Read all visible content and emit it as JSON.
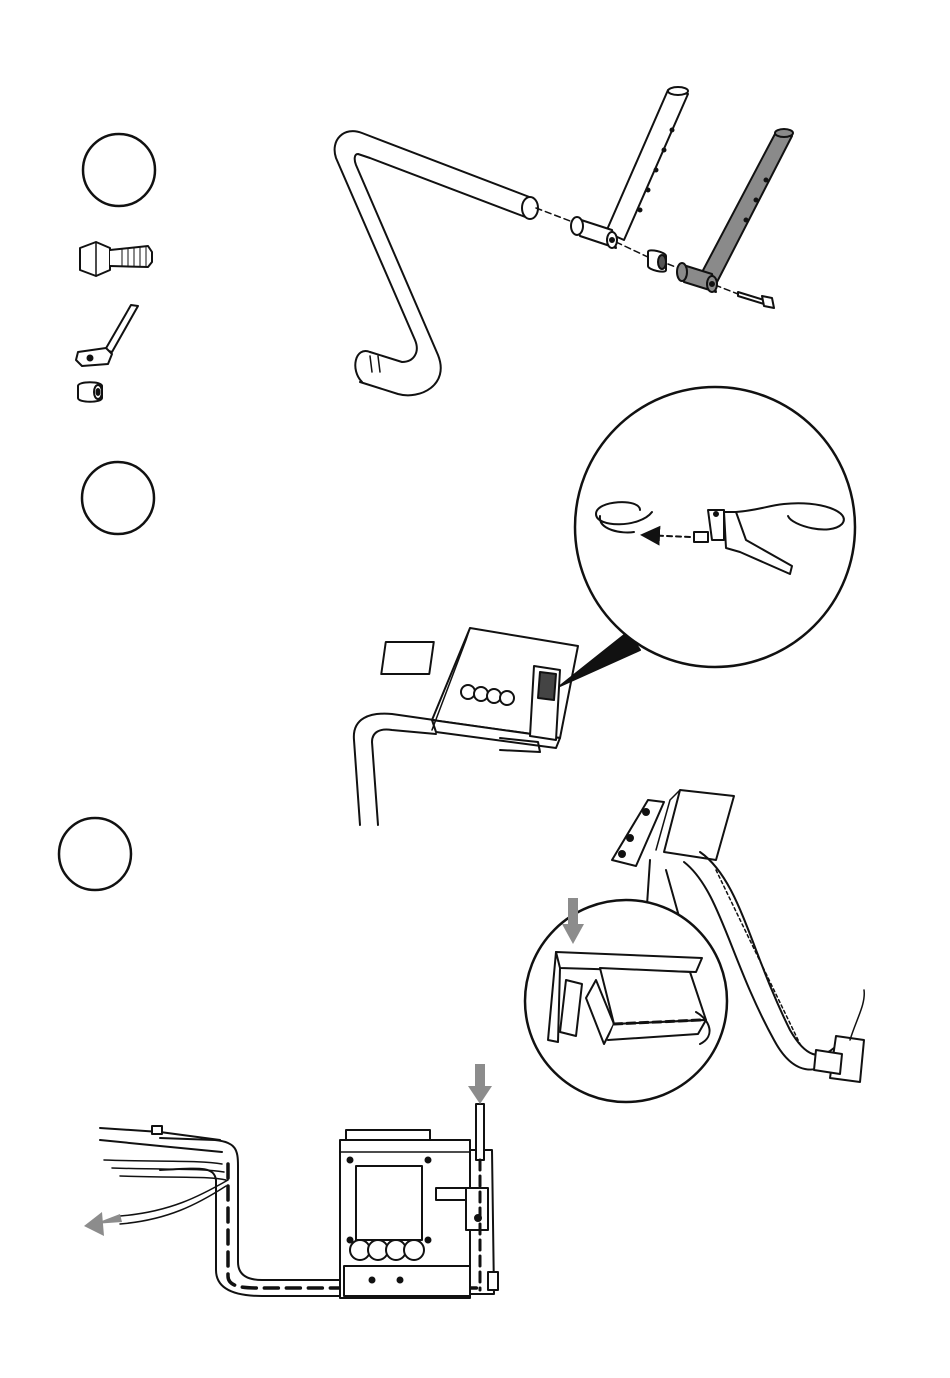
{
  "steps": [
    {
      "id": "step-1",
      "label": ""
    },
    {
      "id": "step-2",
      "label": ""
    },
    {
      "id": "step-3",
      "label": ""
    }
  ],
  "colors": {
    "line": "#111111",
    "shaded_part": "#8a8a8a",
    "arrow": "#8c8c8c",
    "background": "#ffffff"
  },
  "icons": {
    "bolt": "hex-bolt-icon",
    "handle": "pedal-arm-icon",
    "spacer": "spacer-bushing-icon"
  }
}
